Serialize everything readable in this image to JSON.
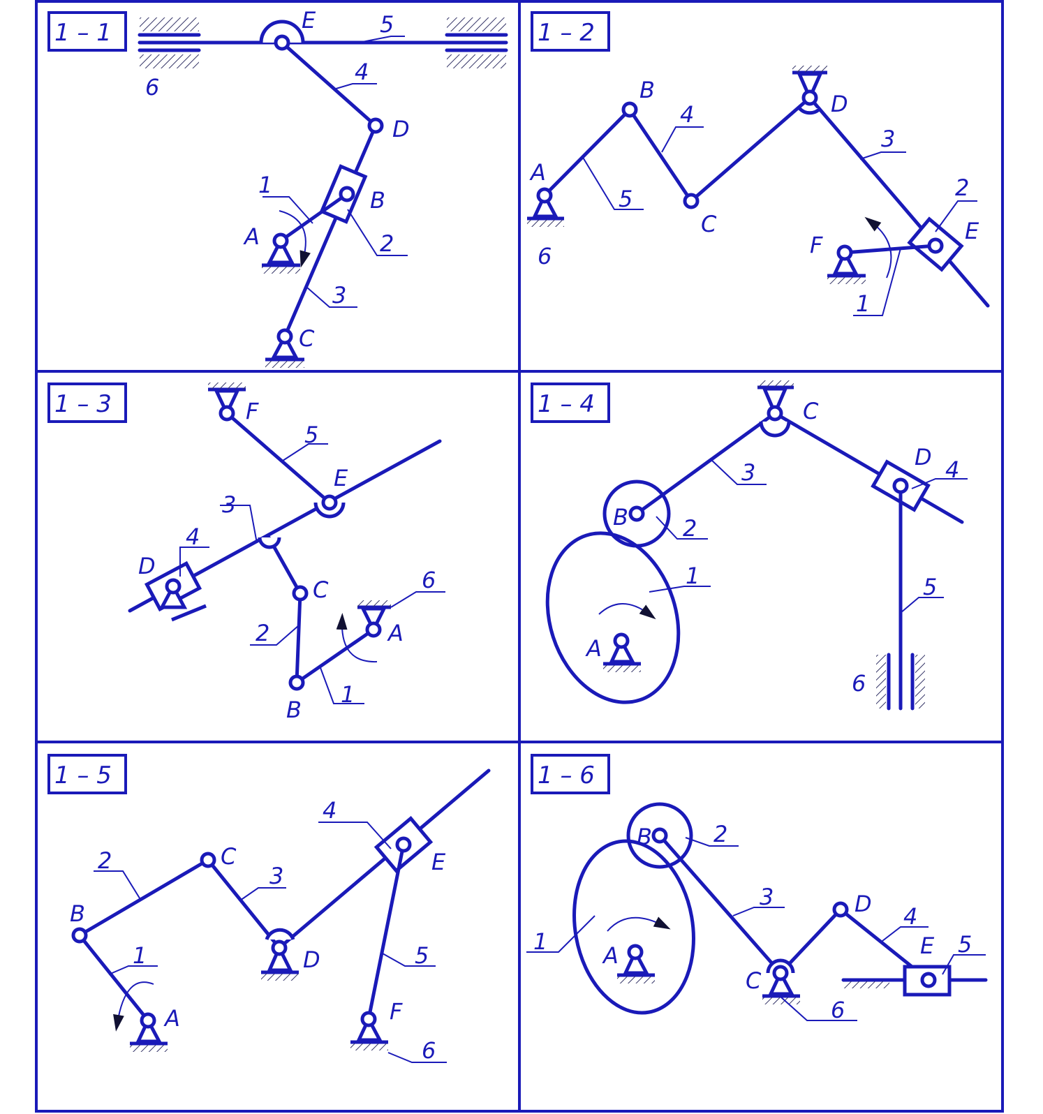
{
  "panels": [
    {
      "id": "1 – 1",
      "labels": {
        "E": "E",
        "D": "D",
        "B": "B",
        "A": "A",
        "C": "C",
        "n1": "1",
        "n2": "2",
        "n3": "3",
        "n4": "4",
        "n5": "5",
        "n6": "6"
      }
    },
    {
      "id": "1 – 2",
      "labels": {
        "A": "A",
        "B": "B",
        "C": "C",
        "D": "D",
        "E": "E",
        "F": "F",
        "n1": "1",
        "n2": "2",
        "n3": "3",
        "n4": "4",
        "n5": "5",
        "n6": "6"
      }
    },
    {
      "id": "1 – 3",
      "labels": {
        "A": "A",
        "B": "B",
        "C": "C",
        "D": "D",
        "E": "E",
        "F": "F",
        "n1": "1",
        "n2": "2",
        "n3": "3",
        "n4": "4",
        "n5": "5",
        "n6": "6"
      }
    },
    {
      "id": "1 – 4",
      "labels": {
        "A": "A",
        "B": "B",
        "C": "C",
        "D": "D",
        "n1": "1",
        "n2": "2",
        "n3": "3",
        "n4": "4",
        "n5": "5",
        "n6": "6"
      }
    },
    {
      "id": "1 – 5",
      "labels": {
        "A": "A",
        "B": "B",
        "C": "C",
        "D": "D",
        "E": "E",
        "F": "F",
        "n1": "1",
        "n2": "2",
        "n3": "3",
        "n4": "4",
        "n5": "5",
        "n6": "6"
      }
    },
    {
      "id": "1 – 6",
      "labels": {
        "A": "A",
        "B": "B",
        "C": "C",
        "D": "D",
        "E": "E",
        "n1": "1",
        "n2": "2",
        "n3": "3",
        "n4": "4",
        "n5": "5",
        "n6": "6"
      }
    }
  ],
  "colors": {
    "line": "#1a1ab8"
  }
}
